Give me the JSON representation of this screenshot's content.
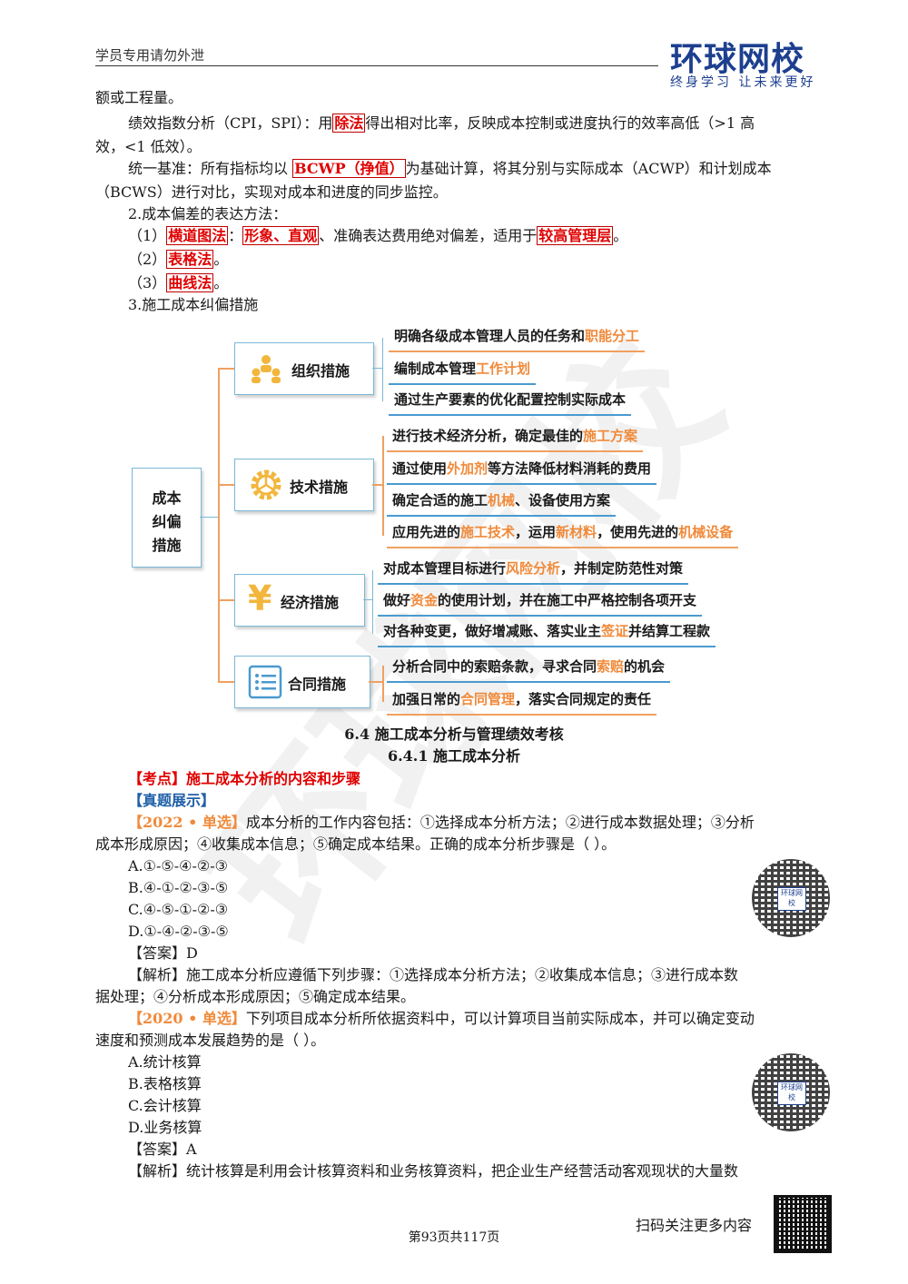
{
  "header": {
    "left_text": "学员专用请勿外泄",
    "logo_text": "环球网校",
    "logo_slogan": "终身学习 让未来更好"
  },
  "watermark": "环球网校",
  "body": {
    "l1": "额或工程量。",
    "l2_a": "绩效指数分析（CPI，SPI）：用",
    "l2_box": "除法",
    "l2_b": "得出相对比率，反映成本控制或进度执行的效率高低（>1 高",
    "l3": "效，<1 低效）。",
    "l4_a": "统一基准：所有指标均以 ",
    "l4_box": "BCWP（挣值）",
    "l4_b": "为基础计算，将其分别与实际成本（ACWP）和计划成本",
    "l5": "（BCWS）进行对比，实现对成本和进度的同步监控。",
    "l6": "2.成本偏差的表达方法：",
    "l7_a": "（1）",
    "l7_box1": "横道图法",
    "l7_b": "：",
    "l7_box2": "形象、直观",
    "l7_c": "、准确表达费用绝对偏差，适用于",
    "l7_box3": "较高管理层",
    "l7_d": "。",
    "l8_a": "（2）",
    "l8_box": "表格法",
    "l8_b": "。",
    "l9_a": "（3）",
    "l9_box": "曲线法",
    "l9_b": "。",
    "l10": "3.施工成本纠偏措施"
  },
  "diagram": {
    "root": [
      "成本",
      "纠偏",
      "措施"
    ],
    "branches": [
      {
        "label": "组织措施",
        "icon": "people-icon"
      },
      {
        "label": "技术措施",
        "icon": "gear-icon"
      },
      {
        "label": "经济措施",
        "icon": "yen-icon"
      },
      {
        "label": "合同措施",
        "icon": "list-icon"
      }
    ],
    "leaves": {
      "org1_a": "明确各级成本管理人员的任务和",
      "org1_h": "职能分工",
      "org2_a": "编制成本管理",
      "org2_h": "工作计划",
      "org3_a": "通过生产要素的优化配置控制实际成本",
      "tech1_a": "进行技术经济分析，确定最佳的",
      "tech1_h": "施工方案",
      "tech2_a": "通过使用",
      "tech2_h": "外加剂",
      "tech2_b": "等方法降低材料消耗的费用",
      "tech3_a": "确定合适的施工",
      "tech3_h": "机械",
      "tech3_b": "、设备使用方案",
      "tech4_a": "应用先进的",
      "tech4_h1": "施工技术",
      "tech4_b": "，运用",
      "tech4_h2": "新材料",
      "tech4_c": "，使用先进的",
      "tech4_h3": "机械设备",
      "eco1_a": "对成本管理目标进行",
      "eco1_h": "风险分析",
      "eco1_b": "，并制定防范性对策",
      "eco2_a": "做好",
      "eco2_h": "资金",
      "eco2_b": "的使用计划，并在施工中严格控制各项开支",
      "eco3_a": "对各种变更，做好增减账、落实业主",
      "eco3_h": "签证",
      "eco3_b": "并结算工程款",
      "con1_a": "分析合同中的索赔条款，寻求合同",
      "con1_h": "索赔",
      "con1_b": "的机会",
      "con2_a": "加强日常的",
      "con2_h": "合同管理",
      "con2_b": "，落实合同规定的责任"
    }
  },
  "section": {
    "h1": "6.4 施工成本分析与管理绩效考核",
    "h2": "6.4.1 施工成本分析",
    "kaodian": "【考点】施工成本分析的内容和步骤",
    "zhenti": "【真题展示】"
  },
  "q1": {
    "tag": "【2022 • 单选】",
    "stem_a": "成本分析的工作内容包括：①选择成本分析方法；②进行成本数据处理；③分析",
    "stem_b": "成本形成原因；④收集成本信息；⑤确定成本结果。正确的成本分析步骤是（    ）。",
    "options": [
      "A.①-⑤-④-②-③",
      "B.④-①-②-③-⑤",
      "C.④-⑤-①-②-③",
      "D.①-④-②-③-⑤"
    ],
    "answer": "【答案】D",
    "exp_a": "【解析】施工成本分析应遵循下列步骤：①选择成本分析方法；②收集成本信息；③进行成本数",
    "exp_b": "据处理；④分析成本形成原因；⑤确定成本结果。"
  },
  "q2": {
    "tag": "【2020 • 单选】",
    "stem_a": "下列项目成本分析所依据资料中，可以计算项目当前实际成本，并可以确定变动",
    "stem_b": "速度和预测成本发展趋势的是（    ）。",
    "options": [
      "A.统计核算",
      "B.表格核算",
      "C.会计核算",
      "D.业务核算"
    ],
    "answer": "【答案】A",
    "exp_a": "【解析】统计核算是利用会计核算资料和业务核算资料，把企业生产经营活动客观现状的大量数"
  },
  "qr_center": "环球网校",
  "footer": {
    "scan_text": "扫码关注更多内容",
    "page": "第93页共117页"
  }
}
